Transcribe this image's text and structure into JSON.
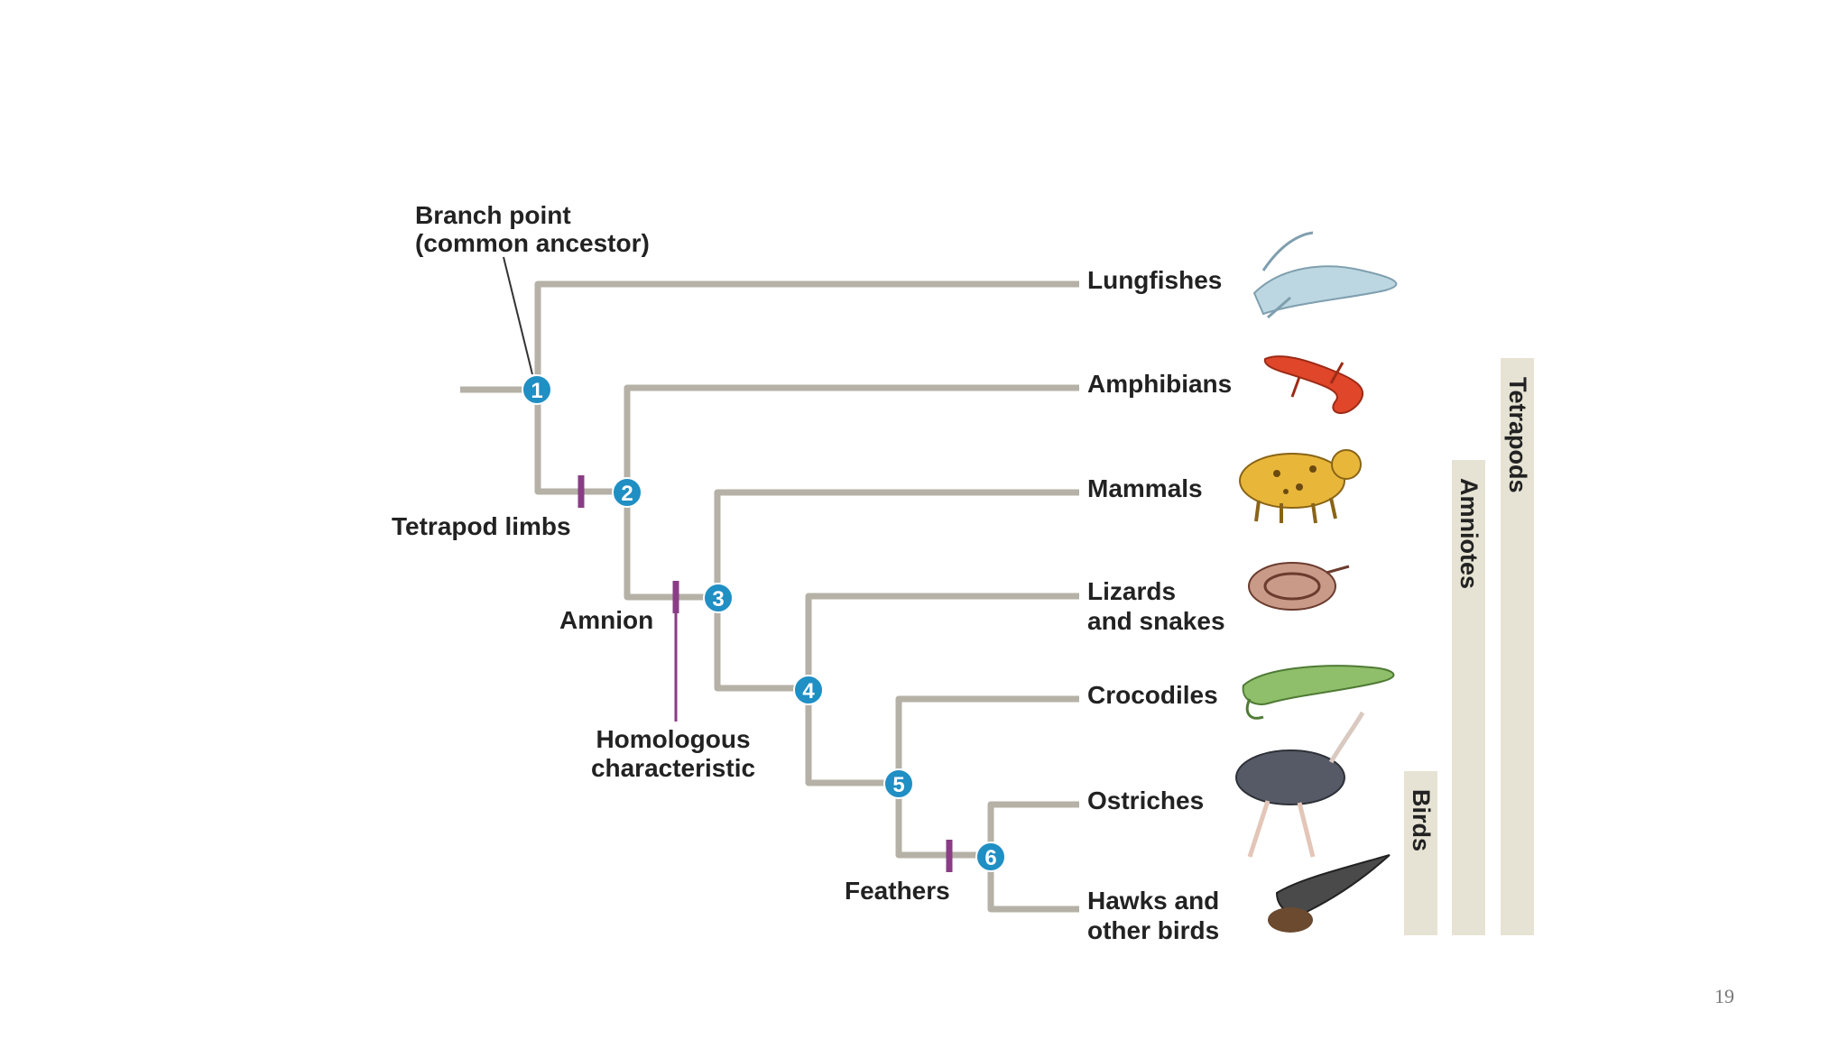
{
  "diagram": {
    "branch_point_label": [
      "Branch point",
      "(common ancestor)"
    ],
    "nodes": [
      "1",
      "2",
      "3",
      "4",
      "5",
      "6"
    ],
    "taxa": {
      "lungfishes": [
        "Lungfishes"
      ],
      "amphibians": [
        "Amphibians"
      ],
      "mammals": [
        "Mammals"
      ],
      "lizards": [
        "Lizards",
        "and snakes"
      ],
      "crocodiles": [
        "Crocodiles"
      ],
      "ostriches": [
        "Ostriches"
      ],
      "hawks": [
        "Hawks and",
        "other birds"
      ]
    },
    "characters": {
      "tetrapod_limbs": "Tetrapod limbs",
      "amnion": "Amnion",
      "feathers": "Feathers"
    },
    "homologous_label": [
      "Homologous",
      "characteristic"
    ],
    "groups": {
      "tetrapods": "Tetrapods",
      "amniotes": "Amniotes",
      "birds": "Birds"
    },
    "colors": {
      "branch": "#b5b1a6",
      "node": "#1f8fc4",
      "marker": "#8a3c86",
      "group_bar": "#e6e3d4"
    }
  },
  "slide_number": "19"
}
